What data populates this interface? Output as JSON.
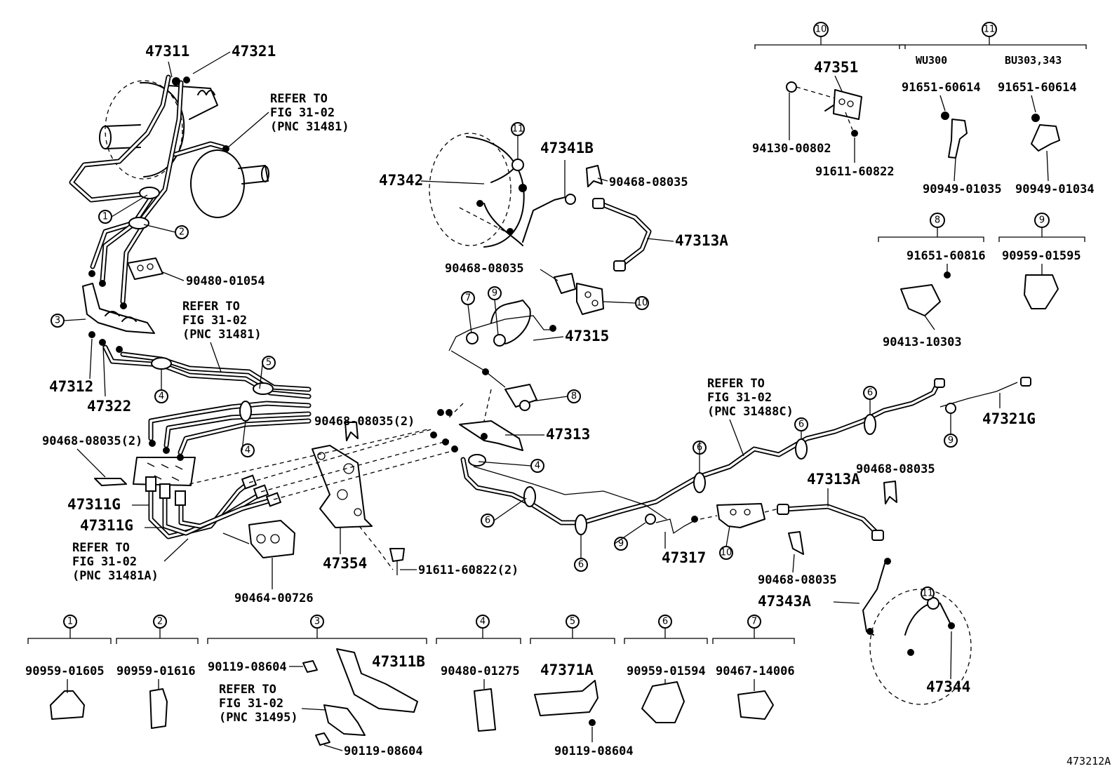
{
  "figure_code": "473212A",
  "legend_groups": [
    {
      "num": "1",
      "parts": [
        "90959-01605"
      ]
    },
    {
      "num": "2",
      "parts": [
        "90959-01616"
      ]
    },
    {
      "num": "3",
      "parts": [
        "90119-08604",
        "47311B",
        "90119-08604"
      ],
      "refer": [
        "REFER TO",
        "FIG 31-02",
        "(PNC 31495)"
      ]
    },
    {
      "num": "4",
      "parts": [
        "90480-01275"
      ]
    },
    {
      "num": "5",
      "parts": [
        "47371A",
        "90119-08604"
      ]
    },
    {
      "num": "6",
      "parts": [
        "90959-01594"
      ]
    },
    {
      "num": "7",
      "parts": [
        "90467-14006"
      ]
    },
    {
      "num": "8",
      "parts": [
        "91651-60816",
        "90413-10303"
      ]
    },
    {
      "num": "9",
      "parts": [
        "90959-01595"
      ]
    },
    {
      "num": "10",
      "parts": [
        "47351",
        "94130-00802",
        "91611-60822"
      ]
    },
    {
      "num": "11",
      "variants": [
        "WU300",
        "BU303,343"
      ],
      "parts": [
        "91651-60614",
        "90949-01035",
        "91651-60614",
        "90949-01034"
      ]
    }
  ],
  "main_labels": {
    "p47311": "47311",
    "p47321": "47321",
    "p90480_01054": "90480-01054",
    "p47312": "47312",
    "p47322": "47322",
    "p90468_08035_2a": "90468-08035(2)",
    "p47311g_a": "47311G",
    "p47311g_b": "47311G",
    "p90468_08035_2b": "90468-08035(2)",
    "p47354": "47354",
    "p90464_00726": "90464-00726",
    "p91611_60822_2": "91611-60822(2)",
    "p47342": "47342",
    "p47341b": "47341B",
    "p90468_08035_a": "90468-08035",
    "p47313a_a": "47313A",
    "p90468_08035_b": "90468-08035",
    "p47315": "47315",
    "p47313": "47313",
    "p47317": "47317",
    "p47321g": "47321G",
    "p90468_08035_c": "90468-08035",
    "p47313a_b": "47313A",
    "p90468_08035_d": "90468-08035",
    "p47343a": "47343A",
    "p47344": "47344"
  },
  "refer_notes": {
    "r1": [
      "REFER TO",
      "FIG 31-02",
      "(PNC 31481)"
    ],
    "r2": [
      "REFER TO",
      "FIG 31-02",
      "(PNC 31481)"
    ],
    "r3": [
      "REFER TO",
      "FIG 31-02",
      "(PNC 31481A)"
    ],
    "r4": [
      "REFER TO",
      "FIG 31-02",
      "(PNC 31488C)"
    ]
  },
  "callouts": {
    "c1": "1",
    "c2": "2",
    "c3": "3",
    "c4a": "4",
    "c5": "5",
    "c4b": "4",
    "c7": "7",
    "c9a": "9",
    "c11a": "11",
    "c10a": "10",
    "c8": "8",
    "c4c": "4",
    "c6a": "6",
    "c6b": "6",
    "c9b": "9",
    "c10b": "10",
    "c6c": "6",
    "c6d": "6",
    "c6e": "6",
    "c9c": "9",
    "c11b": "11"
  }
}
